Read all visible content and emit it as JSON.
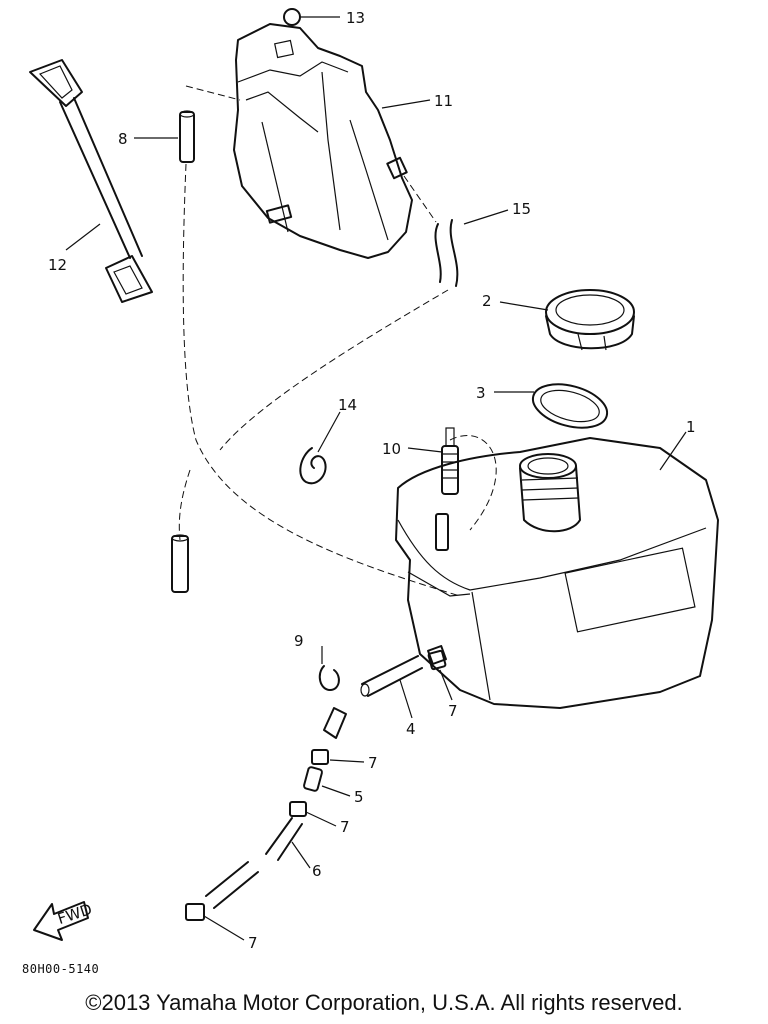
{
  "diagram": {
    "callouts": {
      "p1": "1",
      "p2": "2",
      "p3": "3",
      "p4": "4",
      "p5": "5",
      "p6": "6",
      "p7a": "7",
      "p7b": "7",
      "p7c": "7",
      "p7d": "7",
      "p8": "8",
      "p9": "9",
      "p10": "10",
      "p11": "11",
      "p12": "12",
      "p13": "13",
      "p14": "14",
      "p15": "15"
    },
    "fwd_label": "FWD",
    "part_code": "80H00-5140"
  },
  "footer": {
    "copyright": "©2013 Yamaha Motor Corporation, U.S.A. All rights reserved."
  }
}
